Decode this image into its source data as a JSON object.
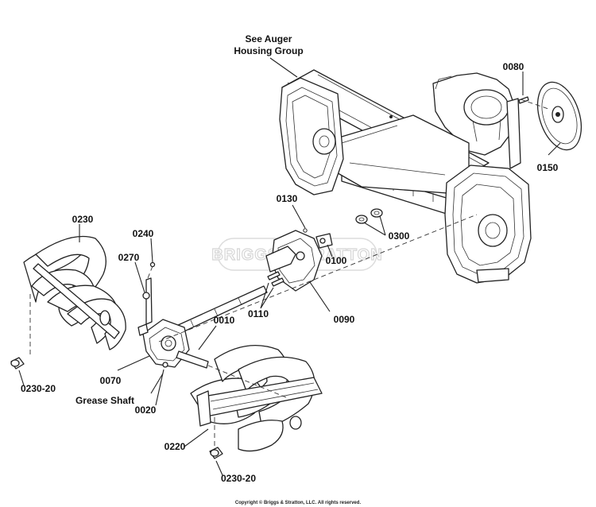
{
  "diagram": {
    "callouts": {
      "see_auger_line1": "See Auger",
      "see_auger_line2": "Housing Group",
      "p0080": "0080",
      "p0150": "0150",
      "p0130": "0130",
      "p0300": "0300",
      "p0100": "0100",
      "p0090": "0090",
      "p0110": "0110",
      "p0230": "0230",
      "p0240": "0240",
      "p0270": "0270",
      "p0010": "0010",
      "p0070": "0070",
      "grease_shaft": "Grease Shaft",
      "p0020": "0020",
      "p0230_20_top": "0230-20",
      "p0220": "0220",
      "p0230_20_bottom": "0230-20"
    },
    "watermark": "BRIGGS&STRATTON",
    "copyright": "Copyright © Briggs & Stratton, LLC. All rights reserved."
  }
}
